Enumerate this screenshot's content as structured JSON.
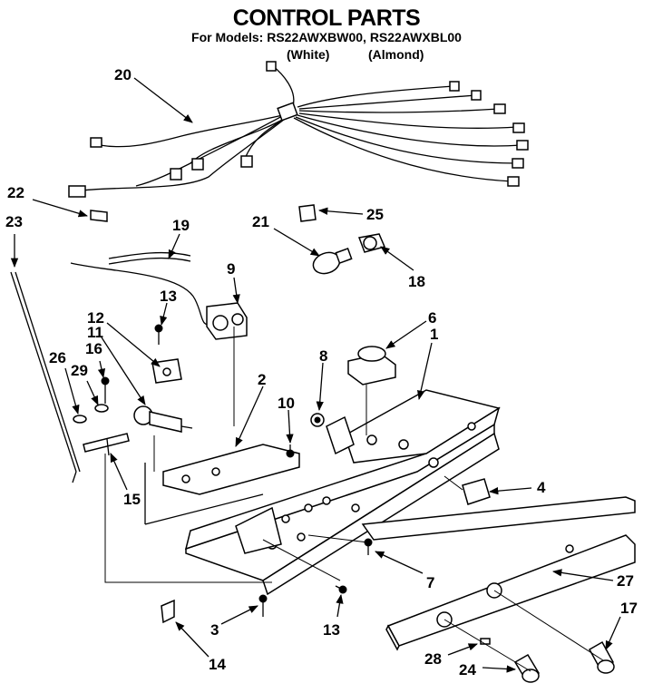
{
  "header": {
    "title": "CONTROL PARTS",
    "models": "For Models: RS22AWXBW00, RS22AWXBL00",
    "variant_white": "(White)",
    "variant_almond": "(Almond)"
  },
  "callouts": [
    {
      "id": "c1",
      "label": "1"
    },
    {
      "id": "c2",
      "label": "2"
    },
    {
      "id": "c3",
      "label": "3"
    },
    {
      "id": "c4",
      "label": "4"
    },
    {
      "id": "c6",
      "label": "6"
    },
    {
      "id": "c7",
      "label": "7"
    },
    {
      "id": "c8",
      "label": "8"
    },
    {
      "id": "c9",
      "label": "9"
    },
    {
      "id": "c10",
      "label": "10"
    },
    {
      "id": "c11",
      "label": "11"
    },
    {
      "id": "c12",
      "label": "12"
    },
    {
      "id": "c13a",
      "label": "13"
    },
    {
      "id": "c13b",
      "label": "13"
    },
    {
      "id": "c14",
      "label": "14"
    },
    {
      "id": "c15",
      "label": "15"
    },
    {
      "id": "c16",
      "label": "16"
    },
    {
      "id": "c17",
      "label": "17"
    },
    {
      "id": "c18",
      "label": "18"
    },
    {
      "id": "c19",
      "label": "19"
    },
    {
      "id": "c20",
      "label": "20"
    },
    {
      "id": "c21",
      "label": "21"
    },
    {
      "id": "c22",
      "label": "22"
    },
    {
      "id": "c23",
      "label": "23"
    },
    {
      "id": "c24",
      "label": "24"
    },
    {
      "id": "c25",
      "label": "25"
    },
    {
      "id": "c26",
      "label": "26"
    },
    {
      "id": "c27",
      "label": "27"
    },
    {
      "id": "c28",
      "label": "28"
    },
    {
      "id": "c29",
      "label": "29"
    }
  ]
}
